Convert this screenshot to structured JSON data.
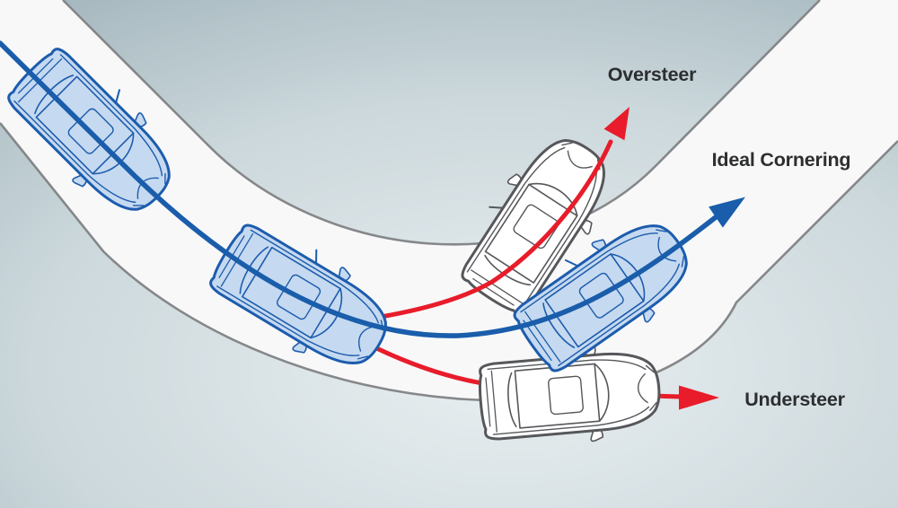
{
  "diagram": {
    "title": "Cornering behaviour diagram (oversteer / ideal cornering / understeer)",
    "labels": {
      "oversteer": "Oversteer",
      "ideal_cornering": "Ideal Cornering",
      "understeer": "Understeer",
      "text_color": "#2d2e30"
    },
    "colors": {
      "bg_center": "#e9eff1",
      "bg_mid": "#ccd8dc",
      "bg_edge": "#9db1b8",
      "road_fill": "#f8f8f8",
      "road_edge": "#85878a",
      "ideal_line": "#1a5dab",
      "deviation_line": "#e81c2a",
      "car_blue_fill": "#c5d9f0",
      "car_blue_stroke": "#1c5cad",
      "car_white_fill": "#ffffff",
      "car_white_stroke": "#56575b"
    }
  }
}
